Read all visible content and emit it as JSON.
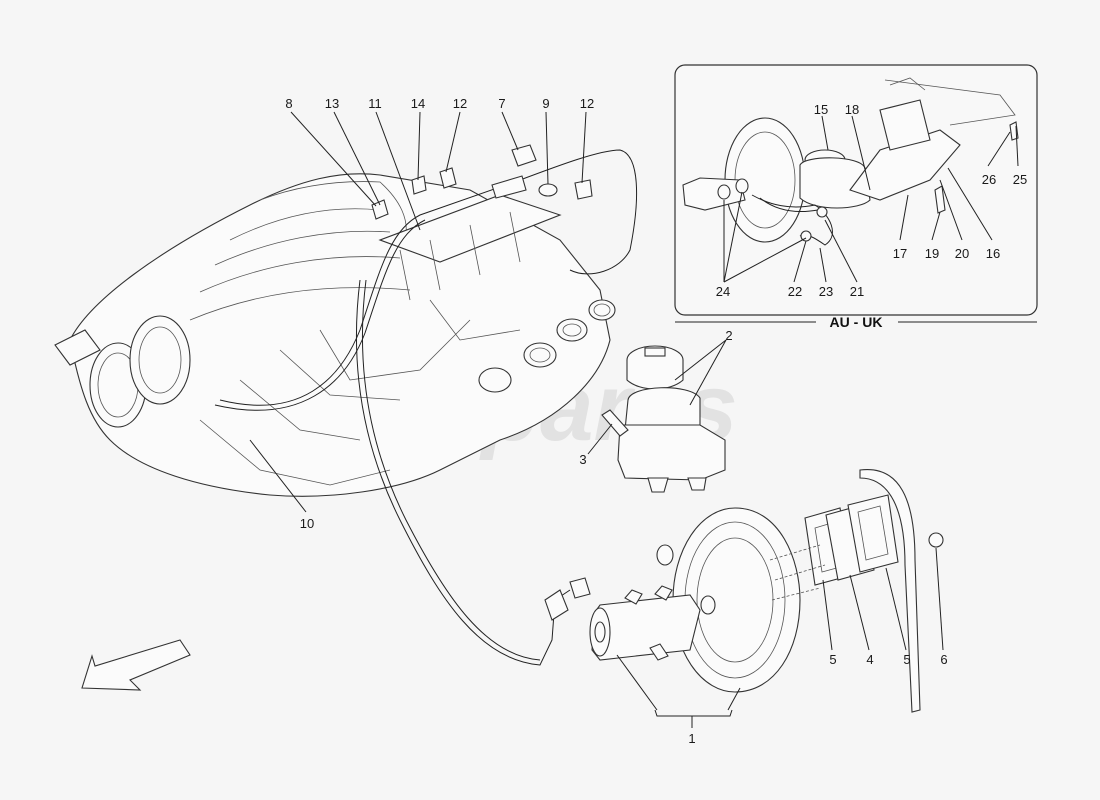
{
  "diagram": {
    "watermark": "eurospares",
    "inset_label": "AU - UK",
    "callouts": [
      {
        "id": "c-8",
        "label": "8"
      },
      {
        "id": "c-13",
        "label": "13"
      },
      {
        "id": "c-11",
        "label": "11"
      },
      {
        "id": "c-14",
        "label": "14"
      },
      {
        "id": "c-12a",
        "label": "12"
      },
      {
        "id": "c-7",
        "label": "7"
      },
      {
        "id": "c-9",
        "label": "9"
      },
      {
        "id": "c-12b",
        "label": "12"
      },
      {
        "id": "c-10",
        "label": "10"
      },
      {
        "id": "c-2",
        "label": "2"
      },
      {
        "id": "c-3",
        "label": "3"
      },
      {
        "id": "c-1",
        "label": "1"
      },
      {
        "id": "c-5a",
        "label": "5"
      },
      {
        "id": "c-4",
        "label": "4"
      },
      {
        "id": "c-5b",
        "label": "5"
      },
      {
        "id": "c-6",
        "label": "6"
      },
      {
        "id": "c-15",
        "label": "15"
      },
      {
        "id": "c-18",
        "label": "18"
      },
      {
        "id": "c-26",
        "label": "26"
      },
      {
        "id": "c-25",
        "label": "25"
      },
      {
        "id": "c-24",
        "label": "24"
      },
      {
        "id": "c-22",
        "label": "22"
      },
      {
        "id": "c-23",
        "label": "23"
      },
      {
        "id": "c-21",
        "label": "21"
      },
      {
        "id": "c-17",
        "label": "17"
      },
      {
        "id": "c-19",
        "label": "19"
      },
      {
        "id": "c-20",
        "label": "20"
      },
      {
        "id": "c-16",
        "label": "16"
      }
    ]
  }
}
